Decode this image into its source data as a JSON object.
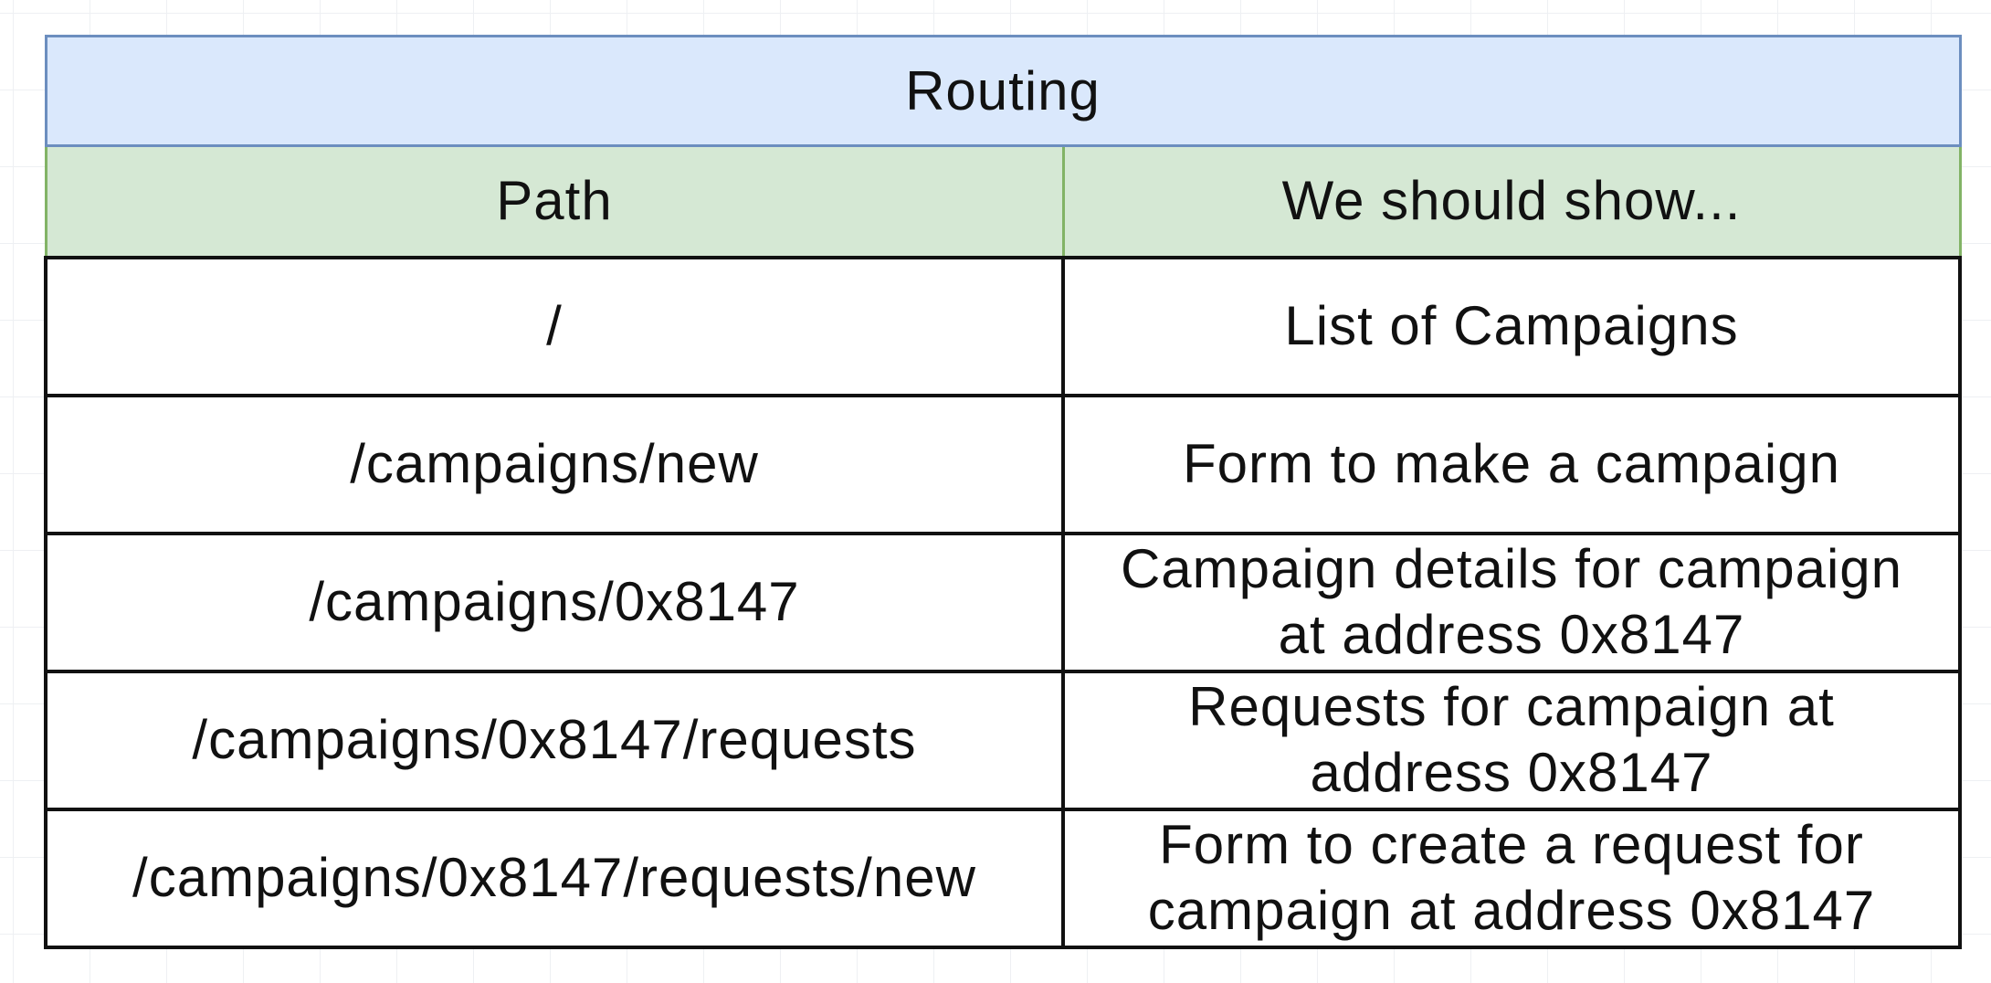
{
  "table": {
    "title": "Routing",
    "headers": {
      "path": "Path",
      "show": "We should show..."
    },
    "rows": [
      {
        "path": "/",
        "show": "List of Campaigns"
      },
      {
        "path": "/campaigns/new",
        "show": "Form to make a campaign"
      },
      {
        "path": "/campaigns/0x8147",
        "show": "Campaign details for campaign\nat address 0x8147"
      },
      {
        "path": "/campaigns/0x8147/requests",
        "show": "Requests for campaign at\naddress 0x8147"
      },
      {
        "path": "/campaigns/0x8147/requests/new",
        "show": "Form to create a request for\ncampaign at address 0x8147"
      }
    ]
  },
  "colors": {
    "title_fill": "#dae8fc",
    "title_border": "#6c8ebf",
    "header_fill": "#d5e8d4",
    "header_border": "#82b366",
    "body_border": "#111111"
  }
}
